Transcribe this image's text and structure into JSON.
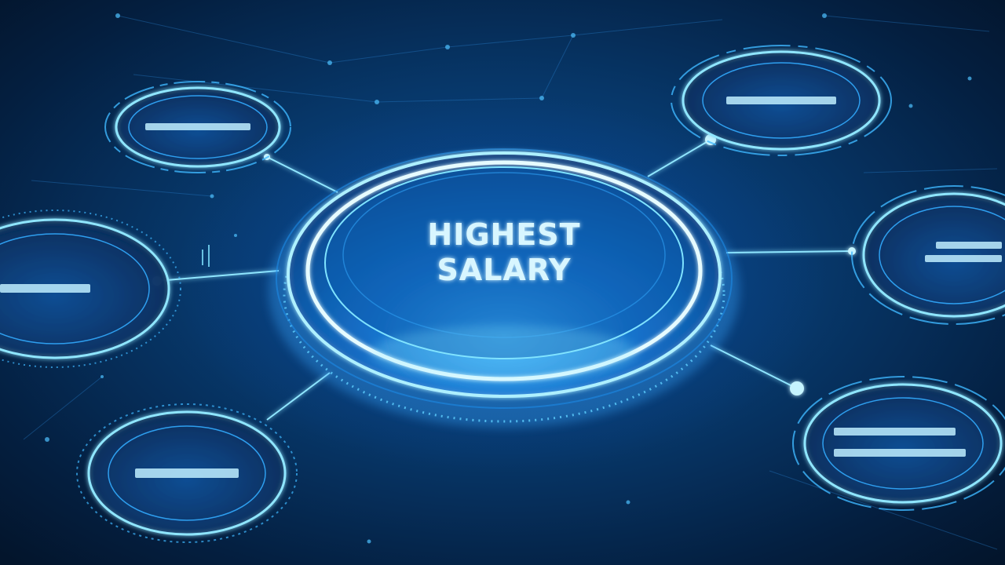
{
  "hub": {
    "line1": "HIGHEST",
    "line2": "SALARY"
  },
  "satellites": [
    {
      "name": "top-left",
      "label": ""
    },
    {
      "name": "top-right",
      "label": ""
    },
    {
      "name": "left",
      "label": ""
    },
    {
      "name": "right",
      "label": ""
    },
    {
      "name": "bottom-left",
      "label": ""
    },
    {
      "name": "bottom-right",
      "label": ""
    }
  ],
  "colors": {
    "background_dark": "#041a33",
    "background_mid": "#0b4d93",
    "glow": "#7fe3ff",
    "ring": "#5fd0ff",
    "text": "#d8f6ff"
  }
}
